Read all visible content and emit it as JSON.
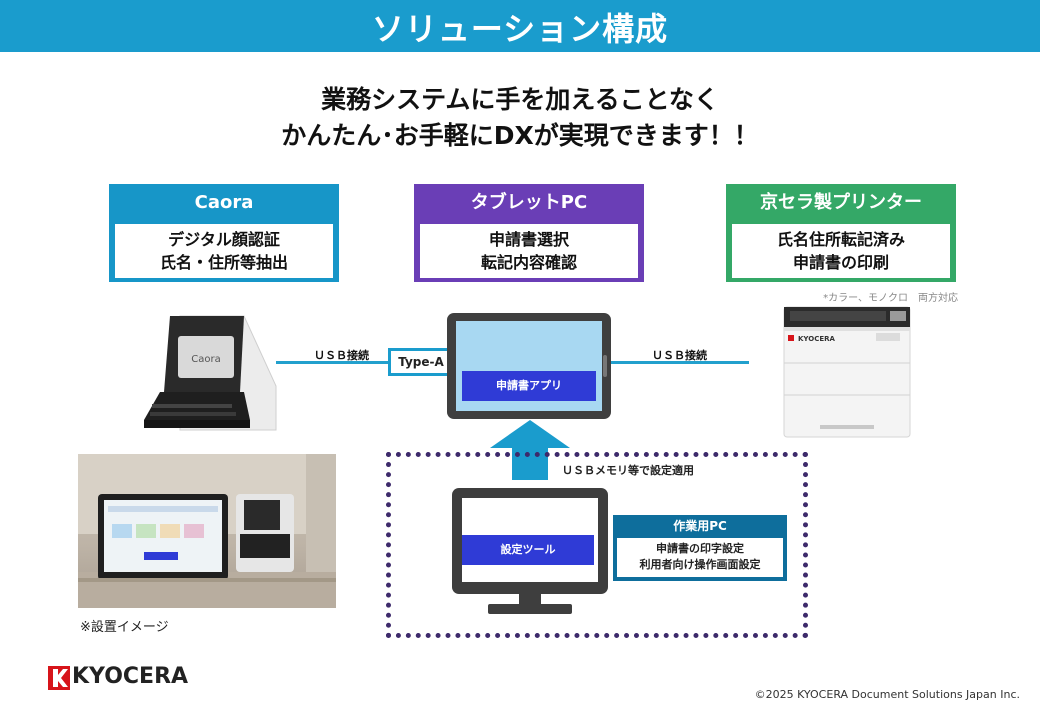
{
  "header": {
    "title": "ソリューション構成"
  },
  "headline": {
    "line1": "業務システムに手を加えることなく",
    "line2": "かんたん･お手軽にDXが実現できます！！"
  },
  "panels": {
    "caora": {
      "title": "Caora",
      "line1": "デジタル顔認証",
      "line2": "氏名・住所等抽出"
    },
    "tablet": {
      "title": "タブレットPC",
      "line1": "申請書選択",
      "line2": "転記内容確認"
    },
    "printer": {
      "title": "京セラ製プリンター",
      "line1": "氏名住所転記済み",
      "line2": "申請書の印刷"
    }
  },
  "printer_note": "*カラー、モノクロ　両方対応",
  "connections": {
    "left_label": "ＵＳＢ接続",
    "right_label": "ＵＳＢ接続",
    "type_a": "Type-A",
    "usb_memory": "ＵＳＢメモリ等で設定適用"
  },
  "tablet_app": "申請書アプリ",
  "settings_tool": "設定ツール",
  "work_pc": {
    "title": "作業用PC",
    "line1": "申請書の印字設定",
    "line2": "利用者向け操作画面設定"
  },
  "device_brand": "Caora",
  "photo_caption": "※設置イメージ",
  "logo_text": "KYOCERA",
  "copyright": "©2025 KYOCERA Document Solutions Japan Inc.",
  "colors": {
    "header": "#1a9ccd",
    "caora": "#1796c8",
    "tablet": "#6a3eb6",
    "printer": "#34a867",
    "work_pc": "#0e6e9c",
    "app_button": "#2f3bd6",
    "logo_red": "#d7141a"
  }
}
